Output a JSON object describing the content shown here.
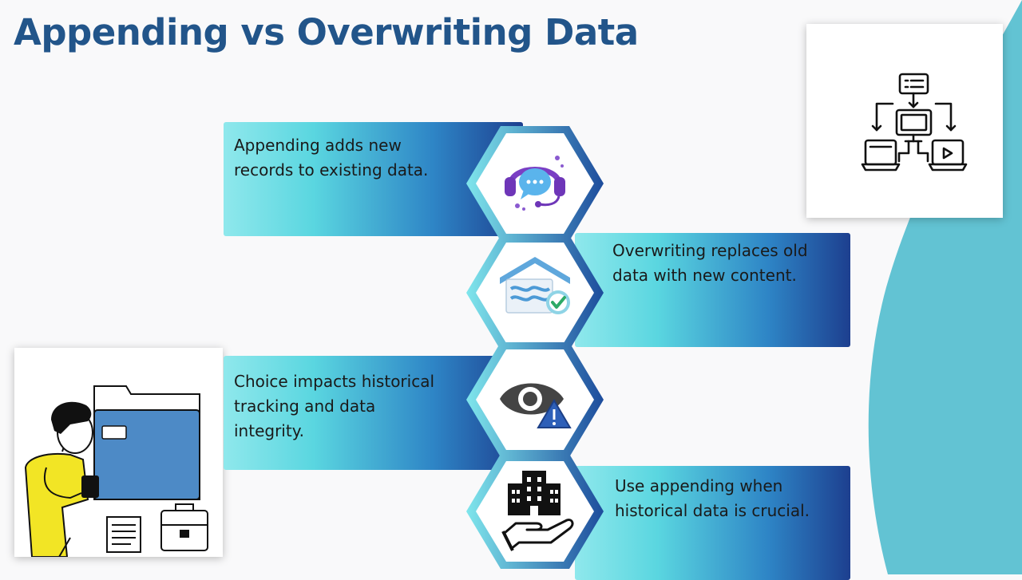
{
  "title": "Appending vs Overwriting Data",
  "points": [
    {
      "text": "Appending adds new records to existing data.",
      "icon": "headset-chat-icon"
    },
    {
      "text": "Overwriting replaces old data with new content.",
      "icon": "home-security-check-icon"
    },
    {
      "text": "Choice impacts historical tracking and data integrity.",
      "icon": "eye-warning-icon"
    },
    {
      "text": "Use appending when historical data is crucial.",
      "icon": "building-hand-icon"
    }
  ],
  "colors": {
    "title": "#22558a",
    "band_dark": "#1d3f8f",
    "band_light": "#8fe8ec",
    "hex_fill": "#ffffff",
    "corner_accent": "#62c3d3"
  }
}
